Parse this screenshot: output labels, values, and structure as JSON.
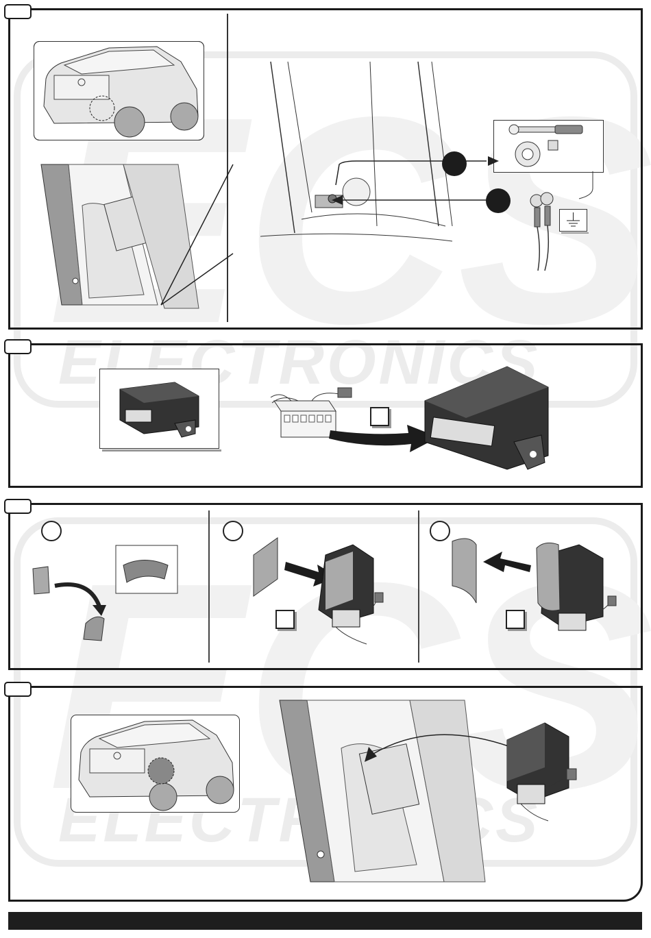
{
  "watermark": {
    "brand_text": "ECS",
    "subtitle_text": "ELECTRONICS"
  },
  "steps": [
    {
      "id": 1,
      "label": ""
    },
    {
      "id": 2,
      "label": ""
    },
    {
      "id": 3,
      "label": ""
    },
    {
      "id": 4,
      "label": ""
    }
  ],
  "icons": {
    "ground": "ground-symbol-icon",
    "tools": "ratchet-wrench-icon",
    "nut": "nut-icon"
  }
}
